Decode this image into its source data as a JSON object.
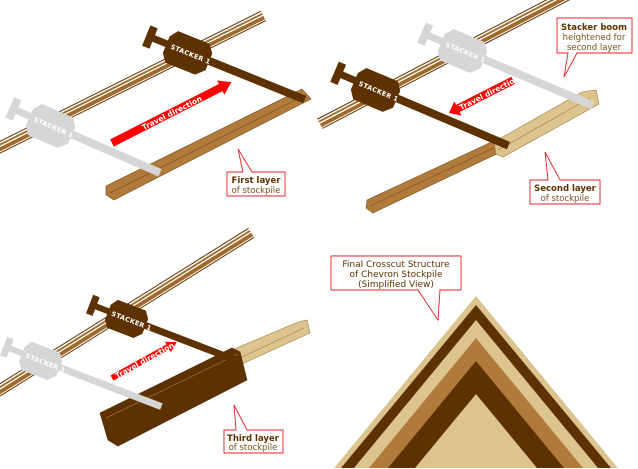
{
  "panels": [
    {
      "stacker_label": "STACKER 1",
      "ghost_label": "STACKER 1",
      "travel": "Travel direction",
      "callout": {
        "title": "First layer",
        "sub": "of stockpile"
      }
    },
    {
      "stacker_label": "STACKER 1",
      "ghost_label": "STACKER 1",
      "travel": "Travel direction",
      "callout": {
        "title": "Second layer",
        "sub": "of stockpile"
      },
      "boom_callout": {
        "title": "Stacker boom",
        "line1": "heightened for",
        "line2": "second layer"
      }
    },
    {
      "stacker_label": "STACKER 1",
      "ghost_label": "STACKER 1",
      "travel": "Travel direction",
      "callout": {
        "title": "Third layer",
        "sub": "of stockpile"
      }
    },
    {
      "callout": {
        "line1": "Final Crosscut Structure",
        "line2": "of Chevron Stockpile",
        "line3": "(Simplified View)"
      }
    }
  ],
  "colors": {
    "dark": "#5e3100",
    "medium": "#b07a3a",
    "light": "#dcc48e",
    "ghost": "#d6d6d6",
    "accent": "#ff0000",
    "callout_border": "#e8202a"
  }
}
